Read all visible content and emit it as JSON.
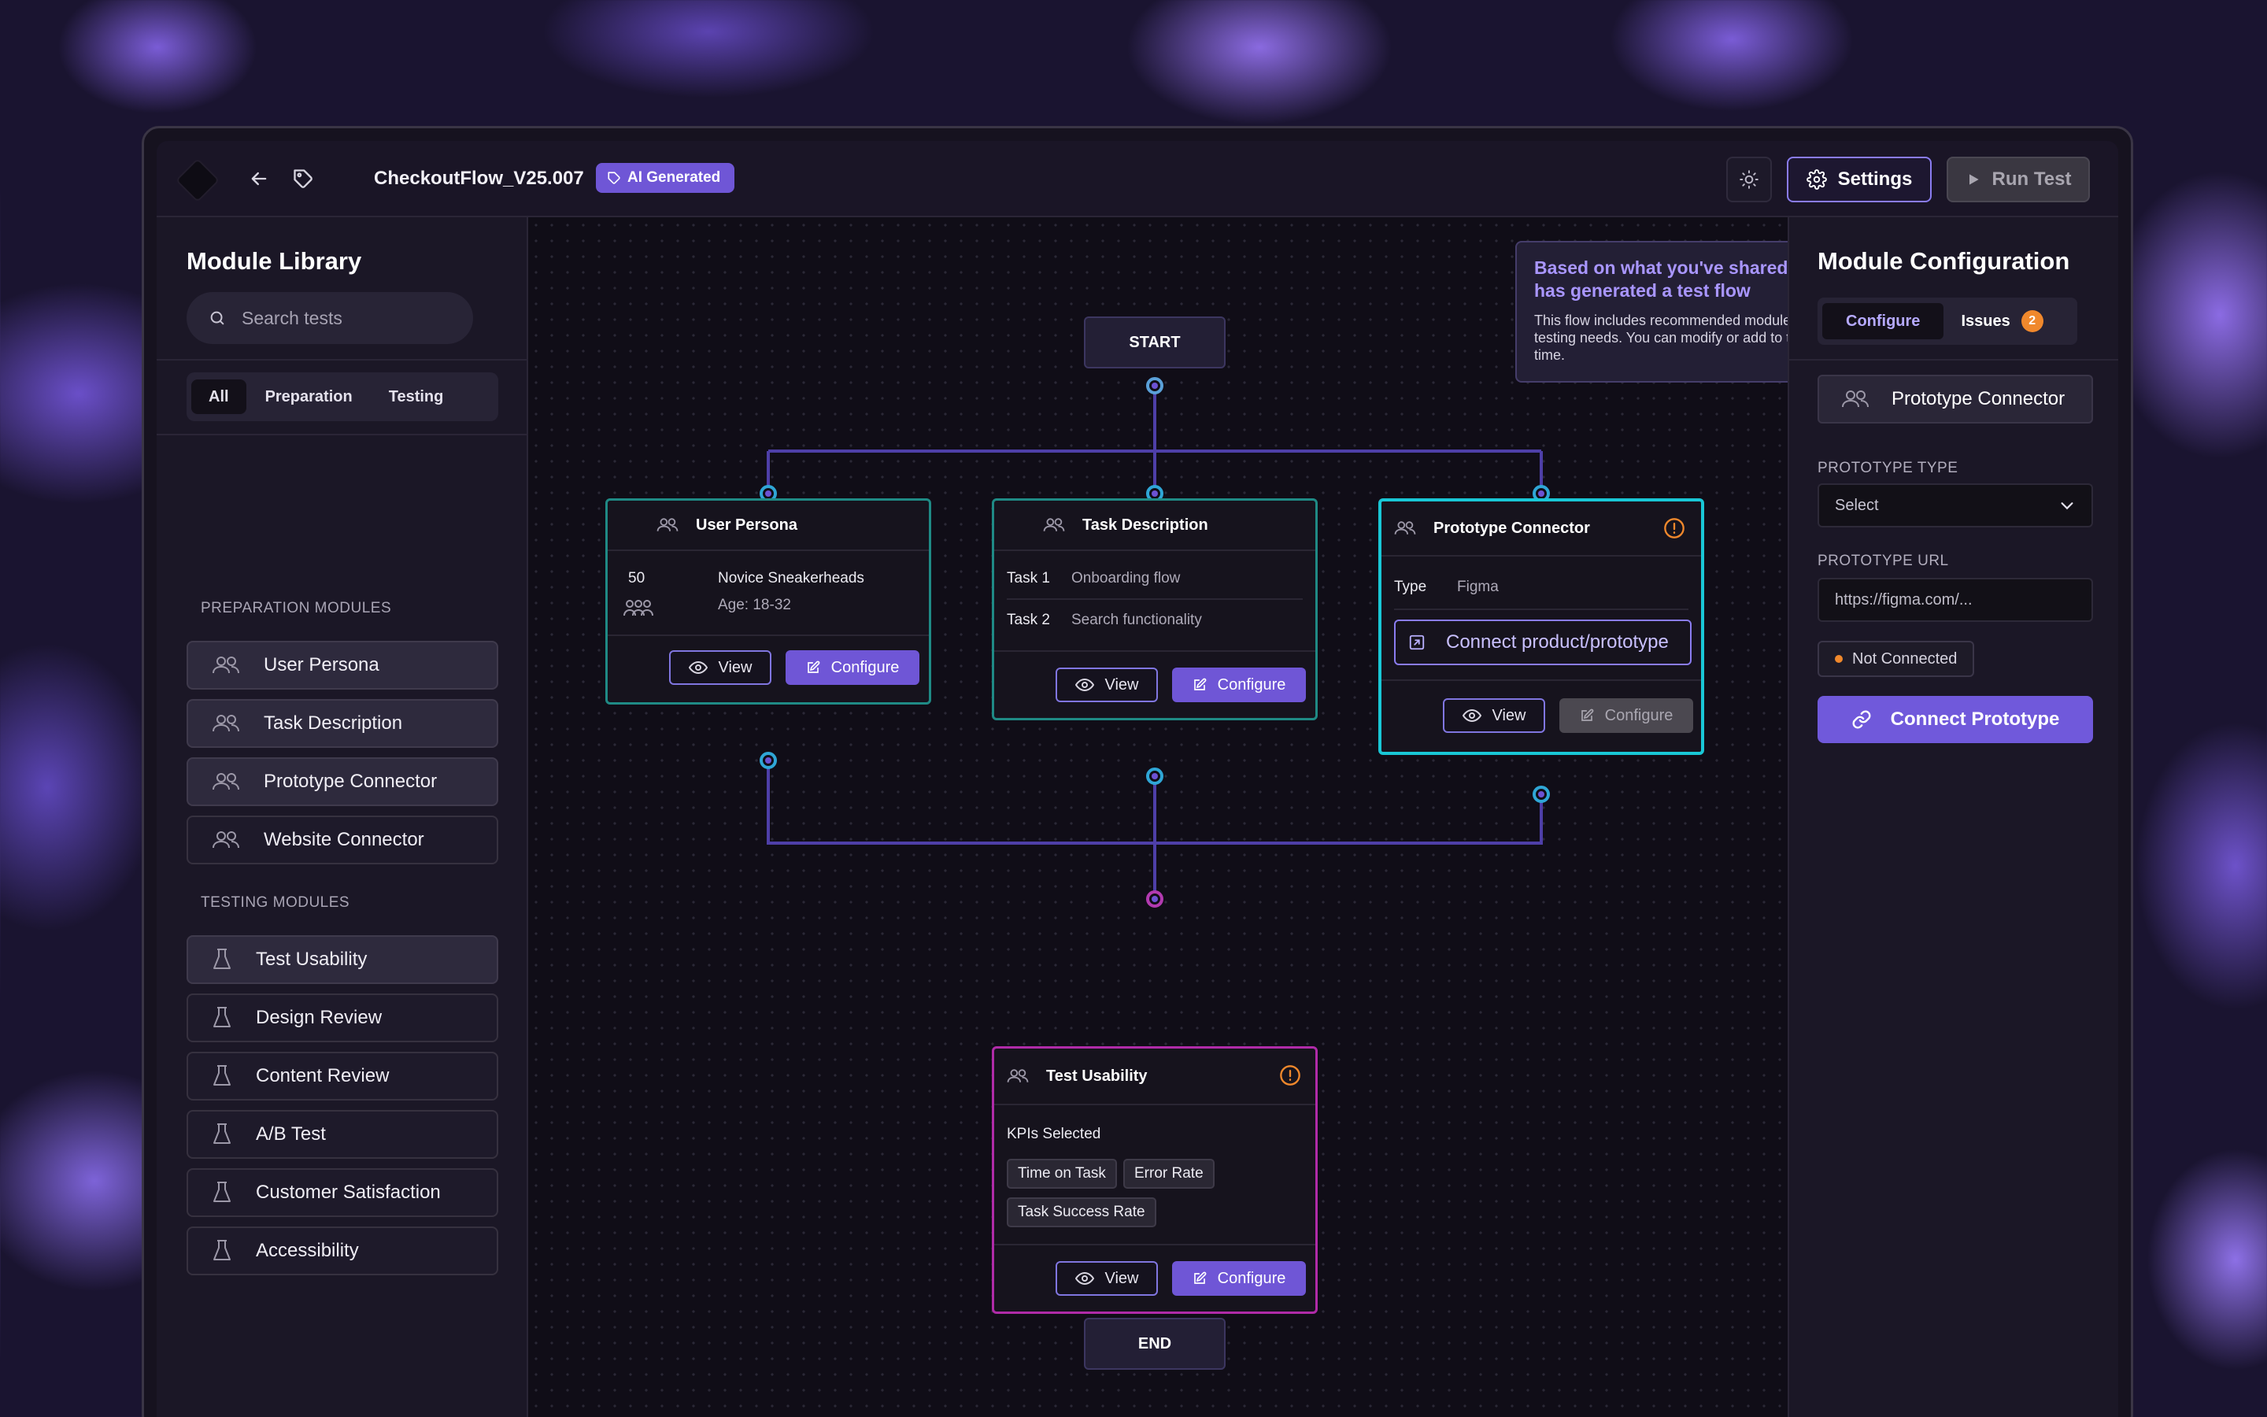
{
  "header": {
    "title": "CheckoutFlow_V25.007",
    "badge": "AI Generated",
    "settings_label": "Settings",
    "run_label": "Run Test"
  },
  "library": {
    "title": "Module Library",
    "search_placeholder": "Search tests",
    "filters": [
      "All",
      "Preparation",
      "Testing"
    ],
    "active_filter": "All",
    "prep_heading": "PREPARATION MODULES",
    "prep_items": [
      "User Persona",
      "Task Description",
      "Prototype Connector",
      "Website Connector"
    ],
    "test_heading": "TESTING MODULES",
    "test_items": [
      "Test Usability",
      "Design Review",
      "Content Review",
      "A/B Test",
      "Customer Satisfaction",
      "Accessibility"
    ]
  },
  "canvas": {
    "start_label": "START",
    "end_label": "END",
    "tooltip": {
      "title": "Based on what you've shared, the AI has generated a test flow",
      "body": "This flow includes recommended modules for your testing needs. You can modify or add to this flow at any time."
    },
    "nodes": {
      "persona": {
        "title": "User Persona",
        "count": "50",
        "name": "Novice Sneakerheads",
        "age": "Age: 18-32"
      },
      "task": {
        "title": "Task Description",
        "tasks": [
          {
            "label": "Task 1",
            "value": "Onboarding flow"
          },
          {
            "label": "Task 2",
            "value": "Search functionality"
          }
        ]
      },
      "prototype": {
        "title": "Prototype Connector",
        "type_label": "Type",
        "type_value": "Figma",
        "connect_label": "Connect product/prototype"
      },
      "usability": {
        "title": "Test Usability",
        "kpi_heading": "KPIs Selected",
        "kpis": [
          "Time on Task",
          "Error Rate",
          "Task Success Rate"
        ]
      }
    },
    "view_label": "View",
    "configure_label": "Configure"
  },
  "config": {
    "title": "Module Configuration",
    "tab_configure": "Configure",
    "tab_issues": "Issues",
    "issues_count": "2",
    "selected_module": "Prototype Connector",
    "type_label": "PROTOTYPE TYPE",
    "type_value": "Select",
    "url_label": "PROTOTYPE URL",
    "url_placeholder": "https://figma.com/...",
    "status": "Not Connected",
    "connect_button": "Connect Prototype"
  },
  "colors": {
    "accent": "#6f56d6",
    "teal_border": "#1f8a85",
    "cyan_border": "#19c7d6",
    "magenta_border": "#b02ba8",
    "warning": "#f0882c"
  }
}
